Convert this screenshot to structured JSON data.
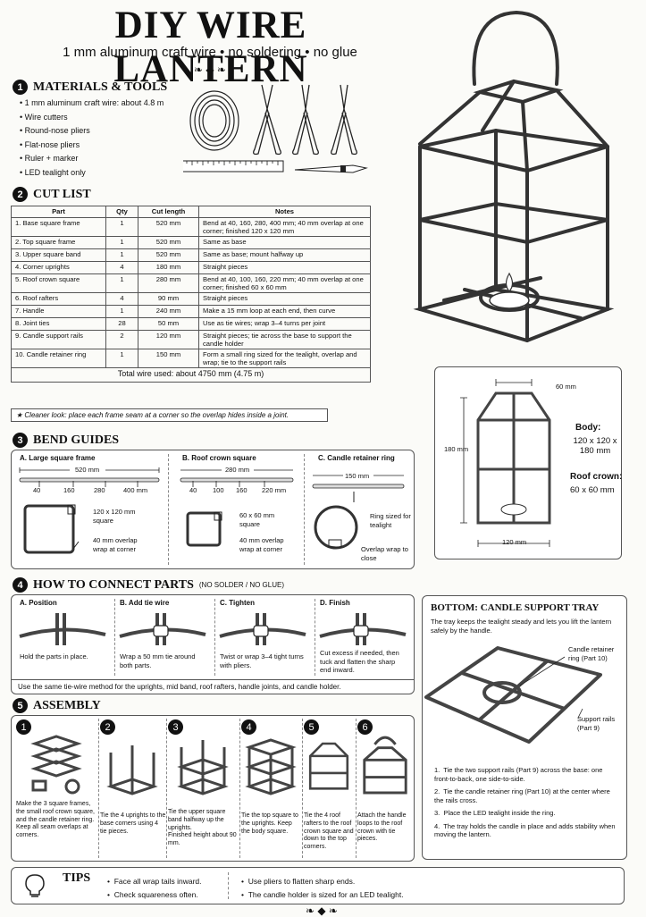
{
  "title": "DIY WIRE LANTERN",
  "subtitle": "1 mm aluminum craft wire  •  no soldering  •  no glue",
  "materials": {
    "num": "1",
    "heading": "MATERIALS & TOOLS",
    "items": [
      "1 mm aluminum craft wire: about 4.8 m",
      "Wire cutters",
      "Round-nose pliers",
      "Flat-nose pliers",
      "Ruler + marker",
      "LED tealight only"
    ]
  },
  "cutlist": {
    "num": "2",
    "heading": "CUT LIST",
    "headers": [
      "Part",
      "Qty",
      "Cut length",
      "Notes"
    ],
    "rows": [
      [
        "1.  Base square frame",
        "1",
        "520 mm",
        "Bend at 40, 160, 280, 400 mm; 40 mm overlap at one corner; finished 120 x 120 mm"
      ],
      [
        "2.  Top square frame",
        "1",
        "520 mm",
        "Same as base"
      ],
      [
        "3.  Upper square band",
        "1",
        "520 mm",
        "Same as base; mount halfway up"
      ],
      [
        "4.  Corner uprights",
        "4",
        "180 mm",
        "Straight pieces"
      ],
      [
        "5.  Roof crown square",
        "1",
        "280 mm",
        "Bend at 40, 100, 160, 220 mm; 40 mm overlap at one corner; finished 60 x 60 mm"
      ],
      [
        "6.  Roof rafters",
        "4",
        "90 mm",
        "Straight pieces"
      ],
      [
        "7.  Handle",
        "1",
        "240 mm",
        "Make a 15 mm loop at each end, then curve"
      ],
      [
        "8.  Joint ties",
        "28",
        "50 mm",
        "Use as tie wires; wrap 3–4 turns per joint"
      ],
      [
        "9.  Candle support rails",
        "2",
        "120 mm",
        "Straight pieces; tie across the base to support the candle holder"
      ],
      [
        "10. Candle retainer ring",
        "1",
        "150 mm",
        "Form a small ring sized for the tealight, overlap and wrap; tie to the support rails"
      ]
    ],
    "total": "Total wire used: about 4750 mm  (4.75 m)",
    "tip": "Cleaner look: place each frame seam at a corner so the overlap hides inside a joint."
  },
  "bend": {
    "num": "3",
    "heading": "BEND GUIDES",
    "a": {
      "title": "A.  Large square frame",
      "len": "520 mm",
      "marks": [
        "40",
        "160",
        "280",
        "400 mm"
      ],
      "size": "120 x 120 mm square",
      "wrap": "40 mm overlap wrap at corner"
    },
    "b": {
      "title": "B.  Roof crown square",
      "len": "280 mm",
      "marks": [
        "40",
        "100",
        "160",
        "220 mm"
      ],
      "size": "60 x 60 mm square",
      "wrap": "40 mm overlap wrap at corner"
    },
    "c": {
      "title": "C.  Candle retainer ring",
      "len": "150 mm",
      "size": "Ring sized for tealight",
      "wrap": "Overlap wrap to close"
    }
  },
  "connect": {
    "num": "4",
    "heading": "HOW TO CONNECT PARTS",
    "note": "(NO SOLDER / NO GLUE)",
    "steps": [
      {
        "title": "A.  Position",
        "text": "Hold the parts in place."
      },
      {
        "title": "B.  Add tie wire",
        "text": "Wrap a 50 mm tie around both parts."
      },
      {
        "title": "C.  Tighten",
        "text": "Twist or wrap 3–4 tight turns with pliers."
      },
      {
        "title": "D.  Finish",
        "text": "Cut excess if needed, then tuck and flatten the sharp end inward."
      }
    ],
    "footer": "Use the same tie-wire method for the uprights, mid band, roof rafters, handle joints, and candle holder."
  },
  "assembly": {
    "num": "5",
    "heading": "ASSEMBLY",
    "steps": [
      {
        "n": "1",
        "text": "Make the 3 square frames, the small roof crown square, and the candle retainer ring. Keep all seam overlaps at corners."
      },
      {
        "n": "2",
        "text": "Tie the 4 uprights to the base corners using 4 tie pieces."
      },
      {
        "n": "3",
        "text": "Tie the upper square band halfway up the uprights.\nFinished height about 90 mm."
      },
      {
        "n": "4",
        "text": "Tie the top square to the uprights. Keep the body square."
      },
      {
        "n": "5",
        "text": "Tie the 4 roof rafters to the roof crown square and down to the top corners."
      },
      {
        "n": "6",
        "text": "Attach the handle loops to the roof crown with tie pieces."
      }
    ]
  },
  "dims": {
    "w60": "60 mm",
    "h180": "180 mm",
    "w120": "120 mm",
    "body_label": "Body:",
    "body_val": "120 x 120 x 180 mm",
    "roof_label": "Roof crown:",
    "roof_val": "60 x 60 mm"
  },
  "tray": {
    "heading": "BOTTOM: CANDLE SUPPORT TRAY",
    "intro": "The tray keeps the tealight steady and lets you lift the lantern safely by the handle.",
    "ring_label": "Candle retainer ring (Part 10)",
    "rails_label": "Support rails (Part 9)",
    "steps": [
      "Tie the two support rails (Part 9) across the base: one front-to-back, one side-to-side.",
      "Tie the candle retainer ring (Part 10) at the center where the rails cross.",
      "Place the LED tealight inside the ring.",
      "The tray holds the candle in place and adds stability when moving the lantern."
    ]
  },
  "tips": {
    "heading": "TIPS",
    "items": [
      "Face all wrap tails inward.",
      "Check squareness often.",
      "Use pliers to flatten sharp ends.",
      "The candle holder is sized for an LED tealight."
    ]
  },
  "icons": [
    "wire-coil-icon",
    "wire-cutters-icon",
    "round-nose-pliers-icon",
    "flat-nose-pliers-icon",
    "ruler-icon",
    "marker-icon",
    "lightbulb-icon",
    "star-icon"
  ]
}
